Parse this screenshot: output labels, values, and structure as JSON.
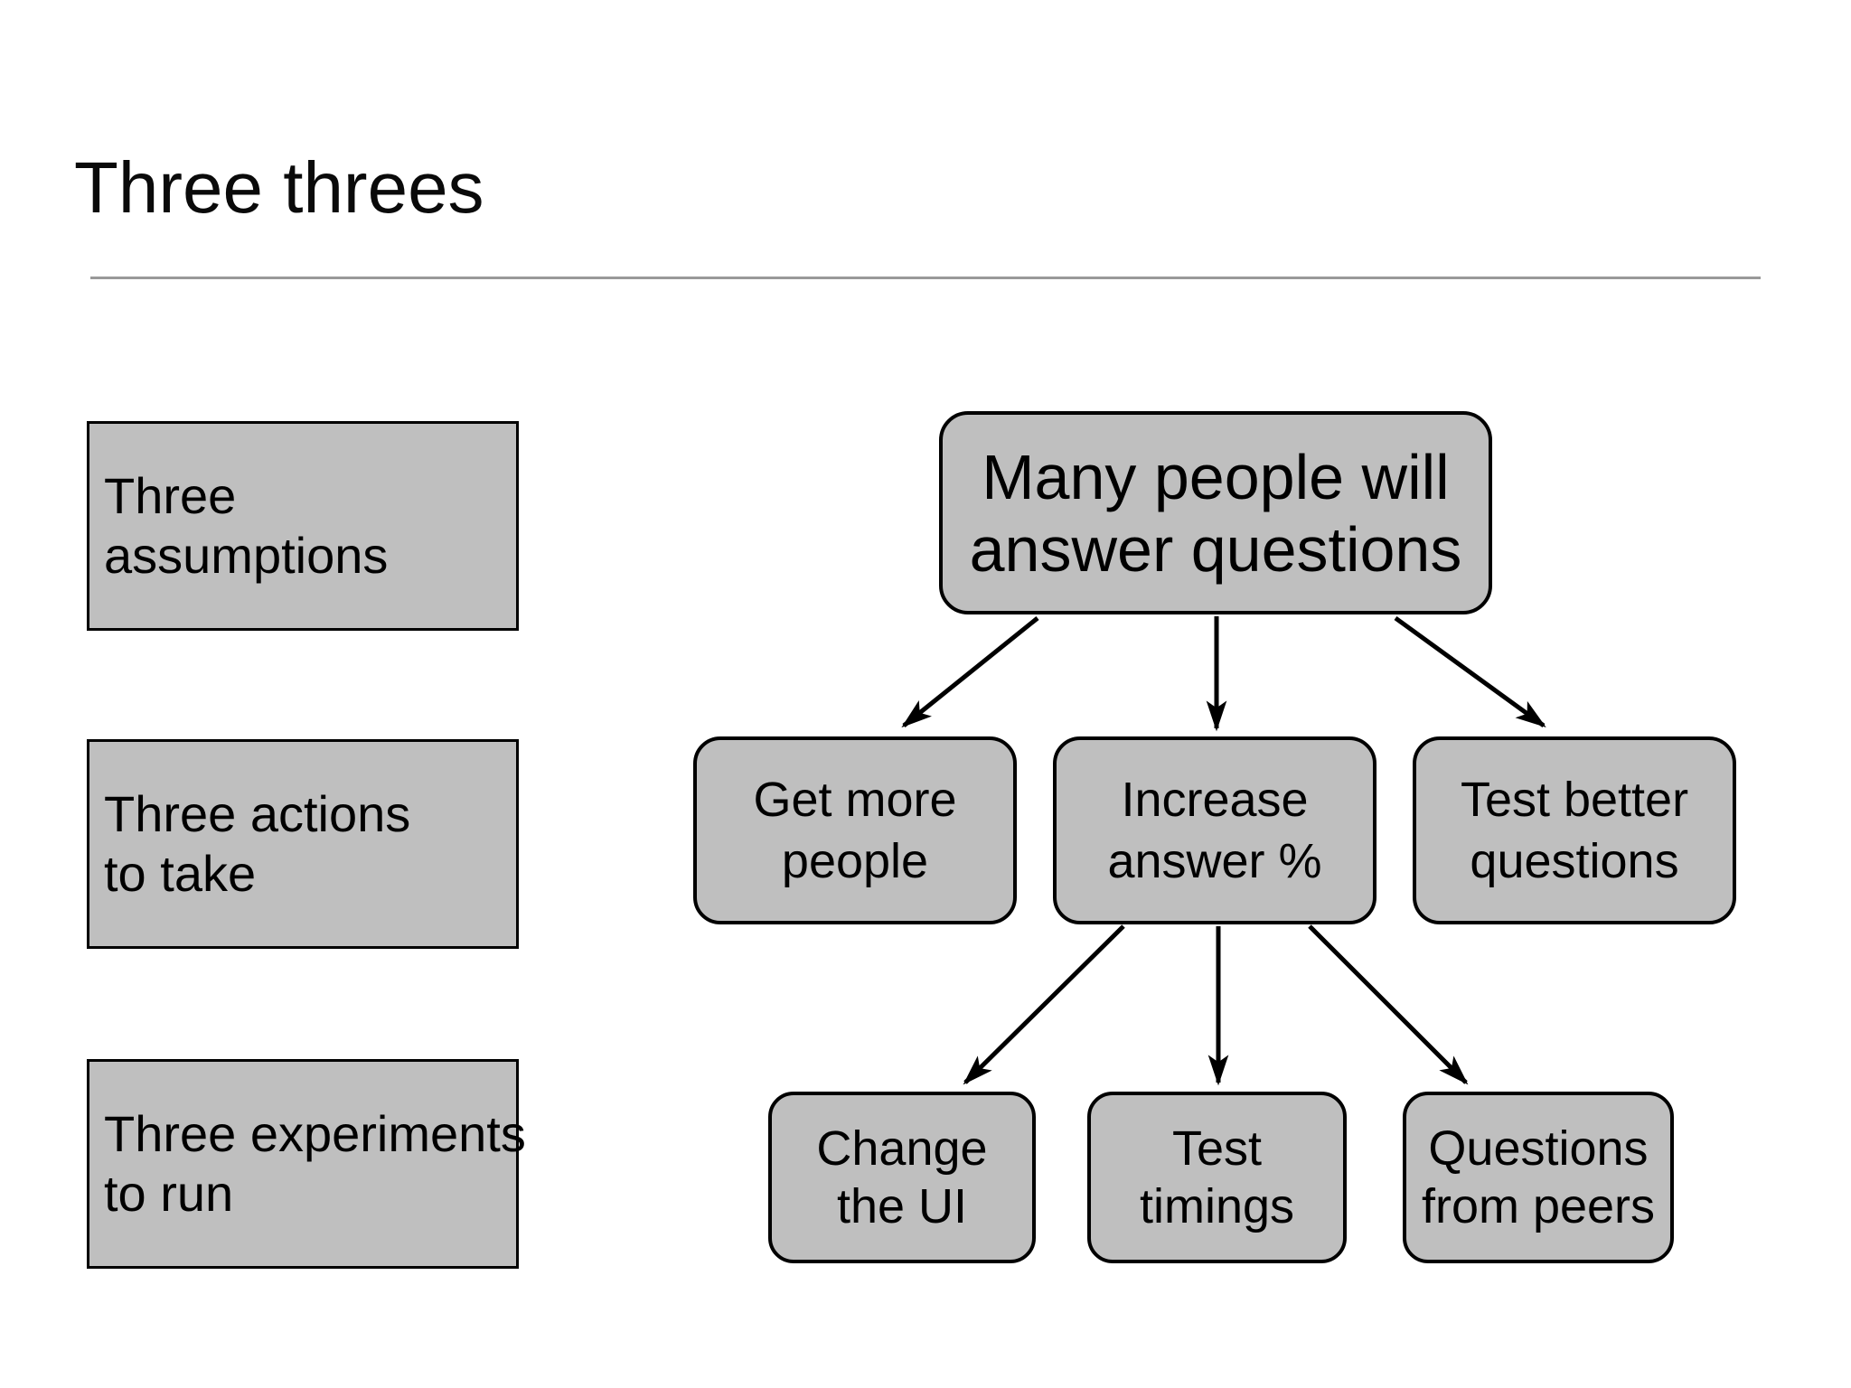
{
  "slide": {
    "title": "Three threes"
  },
  "left_column": [
    {
      "name": "assumptions",
      "lines": [
        "Three",
        "assumptions"
      ]
    },
    {
      "name": "actions",
      "lines": [
        "Three actions",
        "to take"
      ]
    },
    {
      "name": "experiments",
      "lines": [
        "Three experiments",
        "to run"
      ]
    }
  ],
  "tree": {
    "root": {
      "name": "many-people",
      "lines": [
        "Many people will",
        "answer questions"
      ]
    },
    "level2": [
      {
        "name": "get-more-people",
        "lines": [
          "Get more",
          "people"
        ]
      },
      {
        "name": "increase-answer-pct",
        "lines": [
          "Increase",
          "answer %"
        ]
      },
      {
        "name": "test-better-questions",
        "lines": [
          "Test better",
          "questions"
        ]
      }
    ],
    "level3": [
      {
        "name": "change-the-ui",
        "lines": [
          "Change",
          "the UI"
        ]
      },
      {
        "name": "test-timings",
        "lines": [
          "Test",
          "timings"
        ]
      },
      {
        "name": "questions-from-peers",
        "lines": [
          "Questions",
          "from peers"
        ]
      }
    ]
  },
  "colors": {
    "background": "#ffffff",
    "box_fill": "#bfbfbf",
    "box_border": "#000000",
    "arrow": "#000000",
    "divider": "#999999",
    "text": "#000000"
  }
}
